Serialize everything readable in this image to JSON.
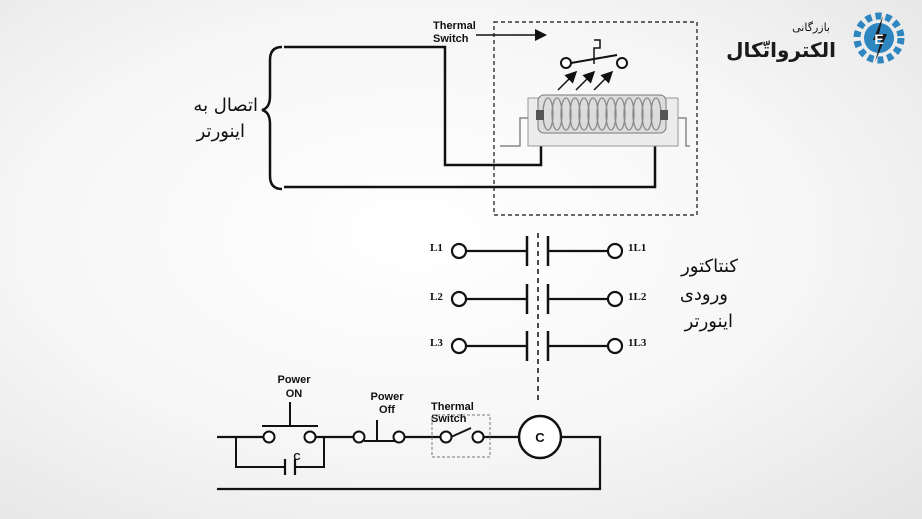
{
  "logo": {
    "top_text": "بازرگانی",
    "brand_text": "الکترواتّکال",
    "icon": "gear-lightning-logo-icon",
    "accent": "#2e86c1"
  },
  "top_circuit": {
    "inverter_label_line1": "اتصال به",
    "inverter_label_line2": "اینورتر",
    "thermal_switch_line1": "Thermal",
    "thermal_switch_line2": "Switch"
  },
  "contactor": {
    "label_line1": "کنتاکتور",
    "label_line2": "ورودی",
    "label_line3": "اینورتر",
    "rows": [
      {
        "left": "L1",
        "right": "1L1"
      },
      {
        "left": "L2",
        "right": "1L2"
      },
      {
        "left": "L3",
        "right": "1L3"
      }
    ]
  },
  "control_circuit": {
    "power_on_line1": "Power",
    "power_on_line2": "ON",
    "power_off_line1": "Power",
    "power_off_line2": "Off",
    "thermal_switch_line1": "Thermal",
    "thermal_switch_line2": "Switch",
    "holding_contact": "C",
    "coil": "C"
  }
}
